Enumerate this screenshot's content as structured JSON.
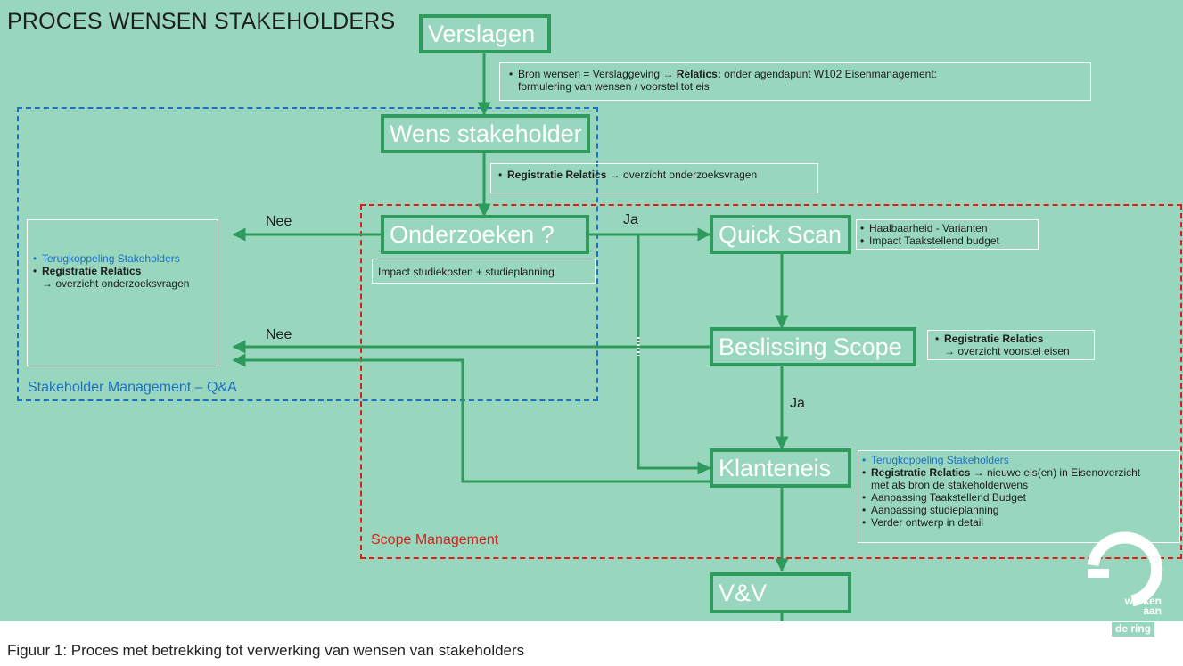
{
  "title": "PROCES WENSEN STAKEHOLDERS",
  "caption": "Figuur 1: Proces met betrekking tot verwerking van wensen van stakeholders",
  "zones": {
    "stakeholder": "Stakeholder Management – Q&A",
    "scope": "Scope Management"
  },
  "nodes": {
    "verslagen": "Verslagen",
    "wens": "Wens stakeholder",
    "onderzoeken": "Onderzoeken ?",
    "quickscan": "Quick Scan",
    "beslissing": "Beslissing Scope",
    "klanteneis": "Klanteneis",
    "vv": "V&V"
  },
  "edge_labels": {
    "nee1": "Nee",
    "nee2": "Nee",
    "ja1": "Ja",
    "ja2": "Ja"
  },
  "notes": {
    "verslagen": {
      "pre": "Bron wensen = Verslaggeving → ",
      "bold": "Relatics:",
      "post": " onder agendapunt W102 Eisenmanagement:",
      "line2": "formulering van wensen / voorstel tot eis"
    },
    "wens": {
      "bold": "Registratie Relatics",
      "post": " → overzicht onderzoeksvragen"
    },
    "onderzoeken": "Impact studiekosten + studieplanning",
    "stakeholder": {
      "item1": "Terugkoppeling Stakeholders",
      "item2": "Registratie Relatics",
      "item2b": "→ overzicht onderzoeksvragen"
    },
    "quickscan": {
      "item1": "Haalbaarheid - Varianten",
      "item2": "Impact Taakstellend budget"
    },
    "beslissing": {
      "bold": "Registratie Relatics",
      "line2": "→ overzicht voorstel eisen"
    },
    "klanteneis": {
      "item1": "Terugkoppeling Stakeholders",
      "item2_bold": "Registratie Relatics",
      "item2_post": " → nieuwe eis(en) in Eisenoverzicht",
      "item2_line2": "met als bron de stakeholderwens",
      "item3": "Aanpassing Taakstellend Budget",
      "item4": "Aanpassing studieplanning",
      "item5": "Verder ontwerp in detail"
    }
  },
  "logo": {
    "line1": "werken",
    "line2": "aan",
    "line3": "de ring"
  },
  "colors": {
    "background": "#98d7bd",
    "process_border": "#2e9a5c",
    "stakeholder_zone": "#1f6fc4",
    "scope_zone": "#e01b1b"
  }
}
